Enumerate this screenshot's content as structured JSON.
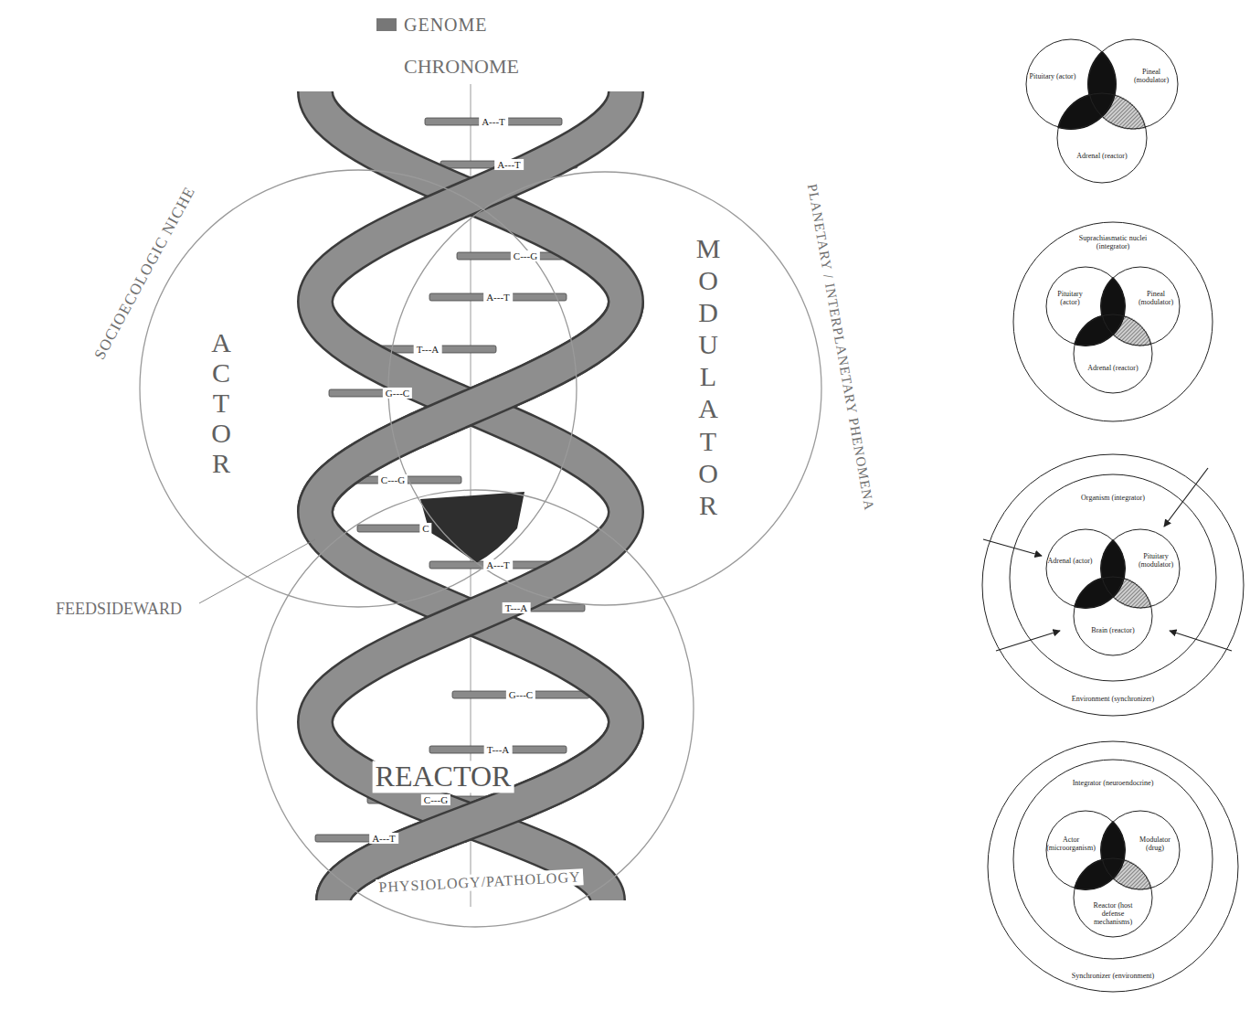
{
  "diagram": {
    "nodes": [
      {
        "text": [
          "SOCIOECOLOGIC NICHE",
          "ACTOR"
        ]
      },
      {
        "text": [
          "PLANETARY / INTERPLANETARY PHENOMENA",
          "MODULATOR"
        ]
      },
      {
        "text": [
          "REACTOR",
          "PHYSIOLOGY/PATHOLOGY"
        ]
      },
      {
        "text": [
          "Pituitary (actor)"
        ]
      },
      {
        "text": [
          "Pineal (modulator)"
        ]
      },
      {
        "text": [
          "Adrenal (reactor)"
        ]
      },
      {
        "text": [
          "Suprachiasmatic nuclei (integrator)"
        ]
      },
      {
        "text": [
          "Pituitary (actor)"
        ],
        "in": 6
      },
      {
        "text": [
          "Pineal (modulator)"
        ],
        "in": 6
      },
      {
        "text": [
          "Adrenal (reactor)"
        ],
        "in": 6
      },
      {
        "text": [
          "Environment (synchronizer)"
        ]
      },
      {
        "text": [
          "Organism (integrator)"
        ],
        "in": 10
      },
      {
        "text": [
          "Adrenal (actor)"
        ],
        "in": 11
      },
      {
        "text": [
          "Pituitary (modulator)"
        ],
        "in": 11
      },
      {
        "text": [
          "Brain (reactor)"
        ],
        "in": 11
      },
      {
        "text": [
          "Synchronizer (environment)"
        ]
      },
      {
        "text": [
          "Integrator (neuroendocrine)"
        ],
        "in": 15
      },
      {
        "text": [
          "Actor (microorganism)"
        ],
        "in": 16
      },
      {
        "text": [
          "Modulator (drug)"
        ],
        "in": 16
      },
      {
        "text": [
          "Reactor (host defense mechanisms)"
        ],
        "in": 16
      }
    ],
    "labels": [
      "CHRONOME",
      "FEEDSIDEWARD",
      "A---T",
      "A---T",
      "C---G",
      "A---T",
      "T---A",
      "G---C",
      "C---G",
      "C",
      "A---T",
      "T---A",
      "G---C",
      "T---A",
      "C---G",
      "A---T"
    ],
    "legend": [
      {
        "text": "GENOME",
        "color": "#777777"
      }
    ]
  }
}
